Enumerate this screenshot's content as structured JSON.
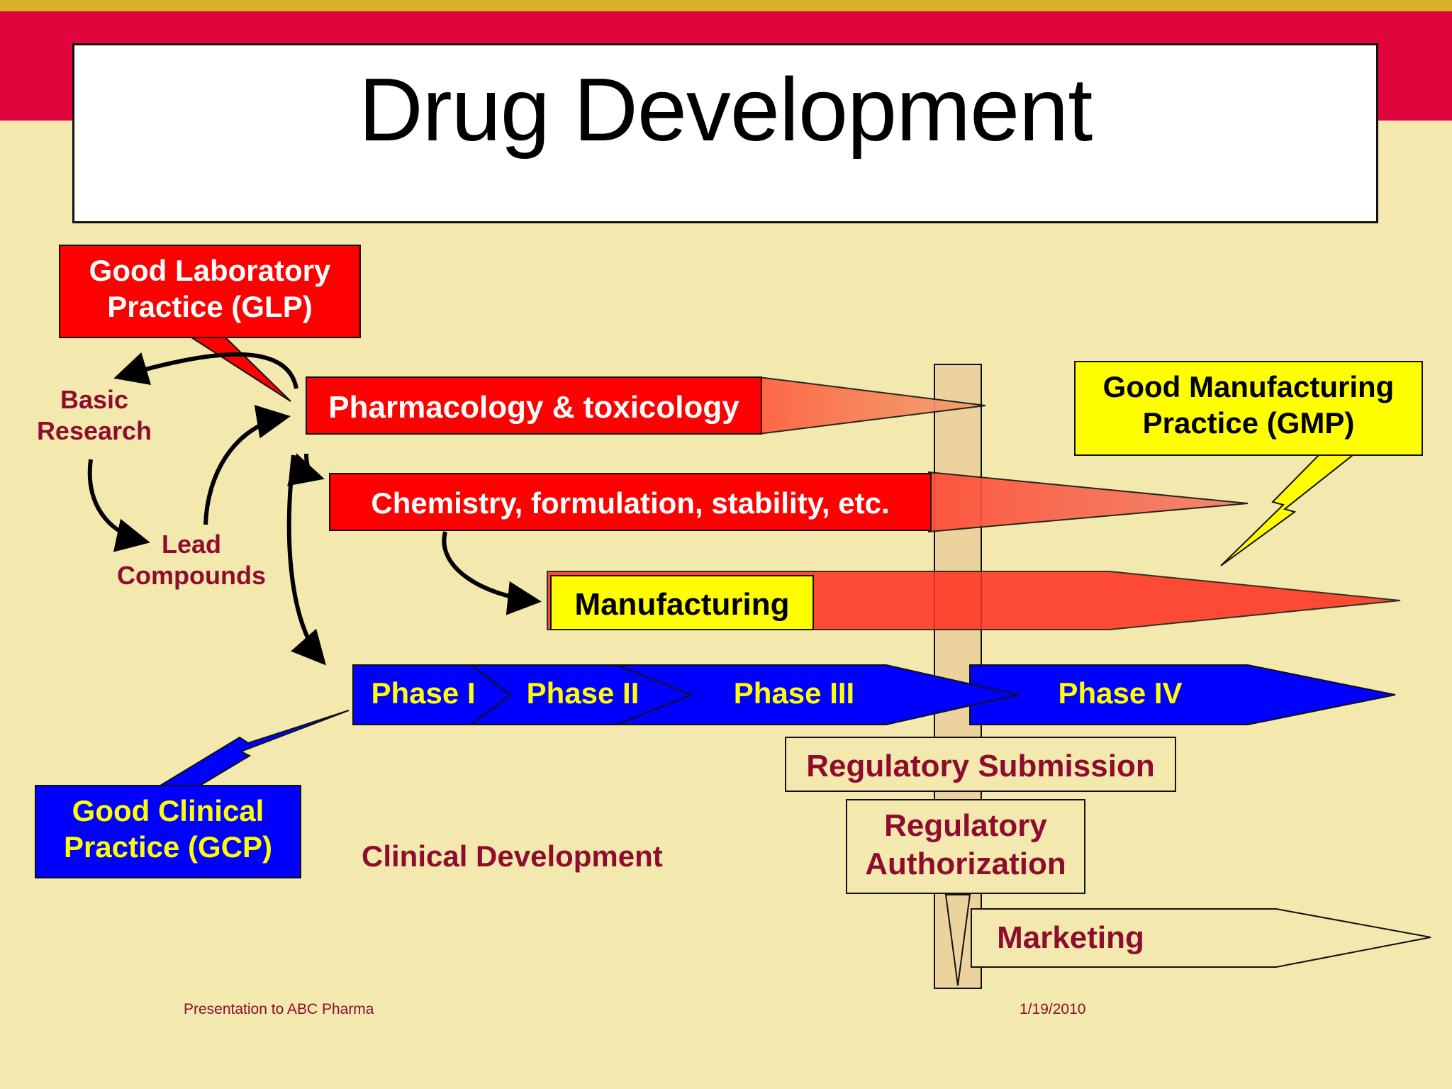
{
  "title": "Drug Development",
  "glp": {
    "line1": "Good Laboratory",
    "line2": "Practice (GLP)"
  },
  "gmp": {
    "line1": "Good Manufacturing",
    "line2": "Practice (GMP)"
  },
  "gcp": {
    "line1": "Good Clinical",
    "line2": "Practice (GCP)"
  },
  "cycle": {
    "basic": {
      "line1": "Basic",
      "line2": "Research"
    },
    "lead": {
      "line1": "Lead",
      "line2": "Compounds"
    }
  },
  "tracks": {
    "pharmacology": "Pharmacology & toxicology",
    "chemistry": "Chemistry, formulation, stability, etc.",
    "manufacturing": "Manufacturing"
  },
  "phases": [
    "Phase I",
    "Phase II",
    "Phase III",
    "Phase IV"
  ],
  "regulatory": {
    "submission": "Regulatory Submission",
    "authorization": {
      "line1": "Regulatory",
      "line2": "Authorization"
    }
  },
  "marketing": "Marketing",
  "clinical_label": "Clinical Development",
  "footer": {
    "left": "Presentation to ABC Pharma",
    "right": "1/19/2010"
  },
  "colors": {
    "background": "#f3e9ae",
    "band_red": "#e0063d",
    "band_gold": "#d6b32a",
    "label_maroon": "#8e0d2e",
    "red_box": "#ff0000",
    "phase_blue": "#0000ff",
    "phase_text": "#ffff00",
    "gmp_yellow": "#ffff00"
  }
}
